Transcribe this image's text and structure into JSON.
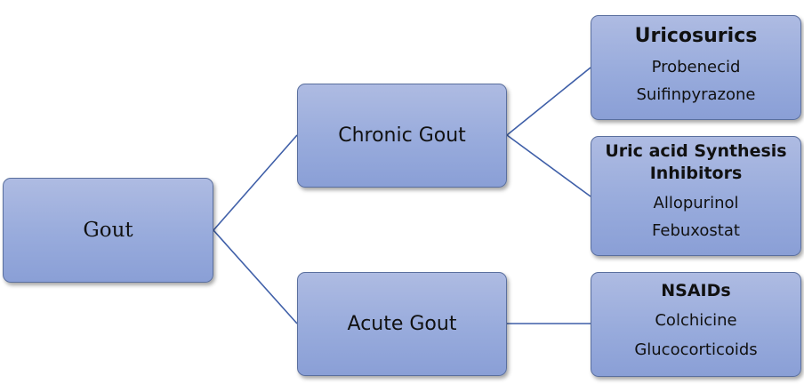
{
  "diagram": {
    "root": {
      "label": "Gout"
    },
    "chronic": {
      "label": "Chronic Gout"
    },
    "acute": {
      "label": "Acute Gout"
    },
    "uricosurics": {
      "title": "Uricosurics",
      "items": [
        "Probenecid",
        "Suifinpyrazone"
      ]
    },
    "synthesis_inhibitors": {
      "title_line1": "Uric acid Synthesis",
      "title_line2": "Inhibitors",
      "items": [
        "Allopurinol",
        "Febuxostat"
      ]
    },
    "nsaids": {
      "title": "NSAIDs",
      "items": [
        "Colchicine",
        "Glucocorticoids"
      ]
    }
  },
  "colors": {
    "box_fill_top": "#aebbe2",
    "box_fill_bottom": "#8a9fd6",
    "box_border": "#5a6f9e",
    "connector": "#3f5fa8"
  }
}
